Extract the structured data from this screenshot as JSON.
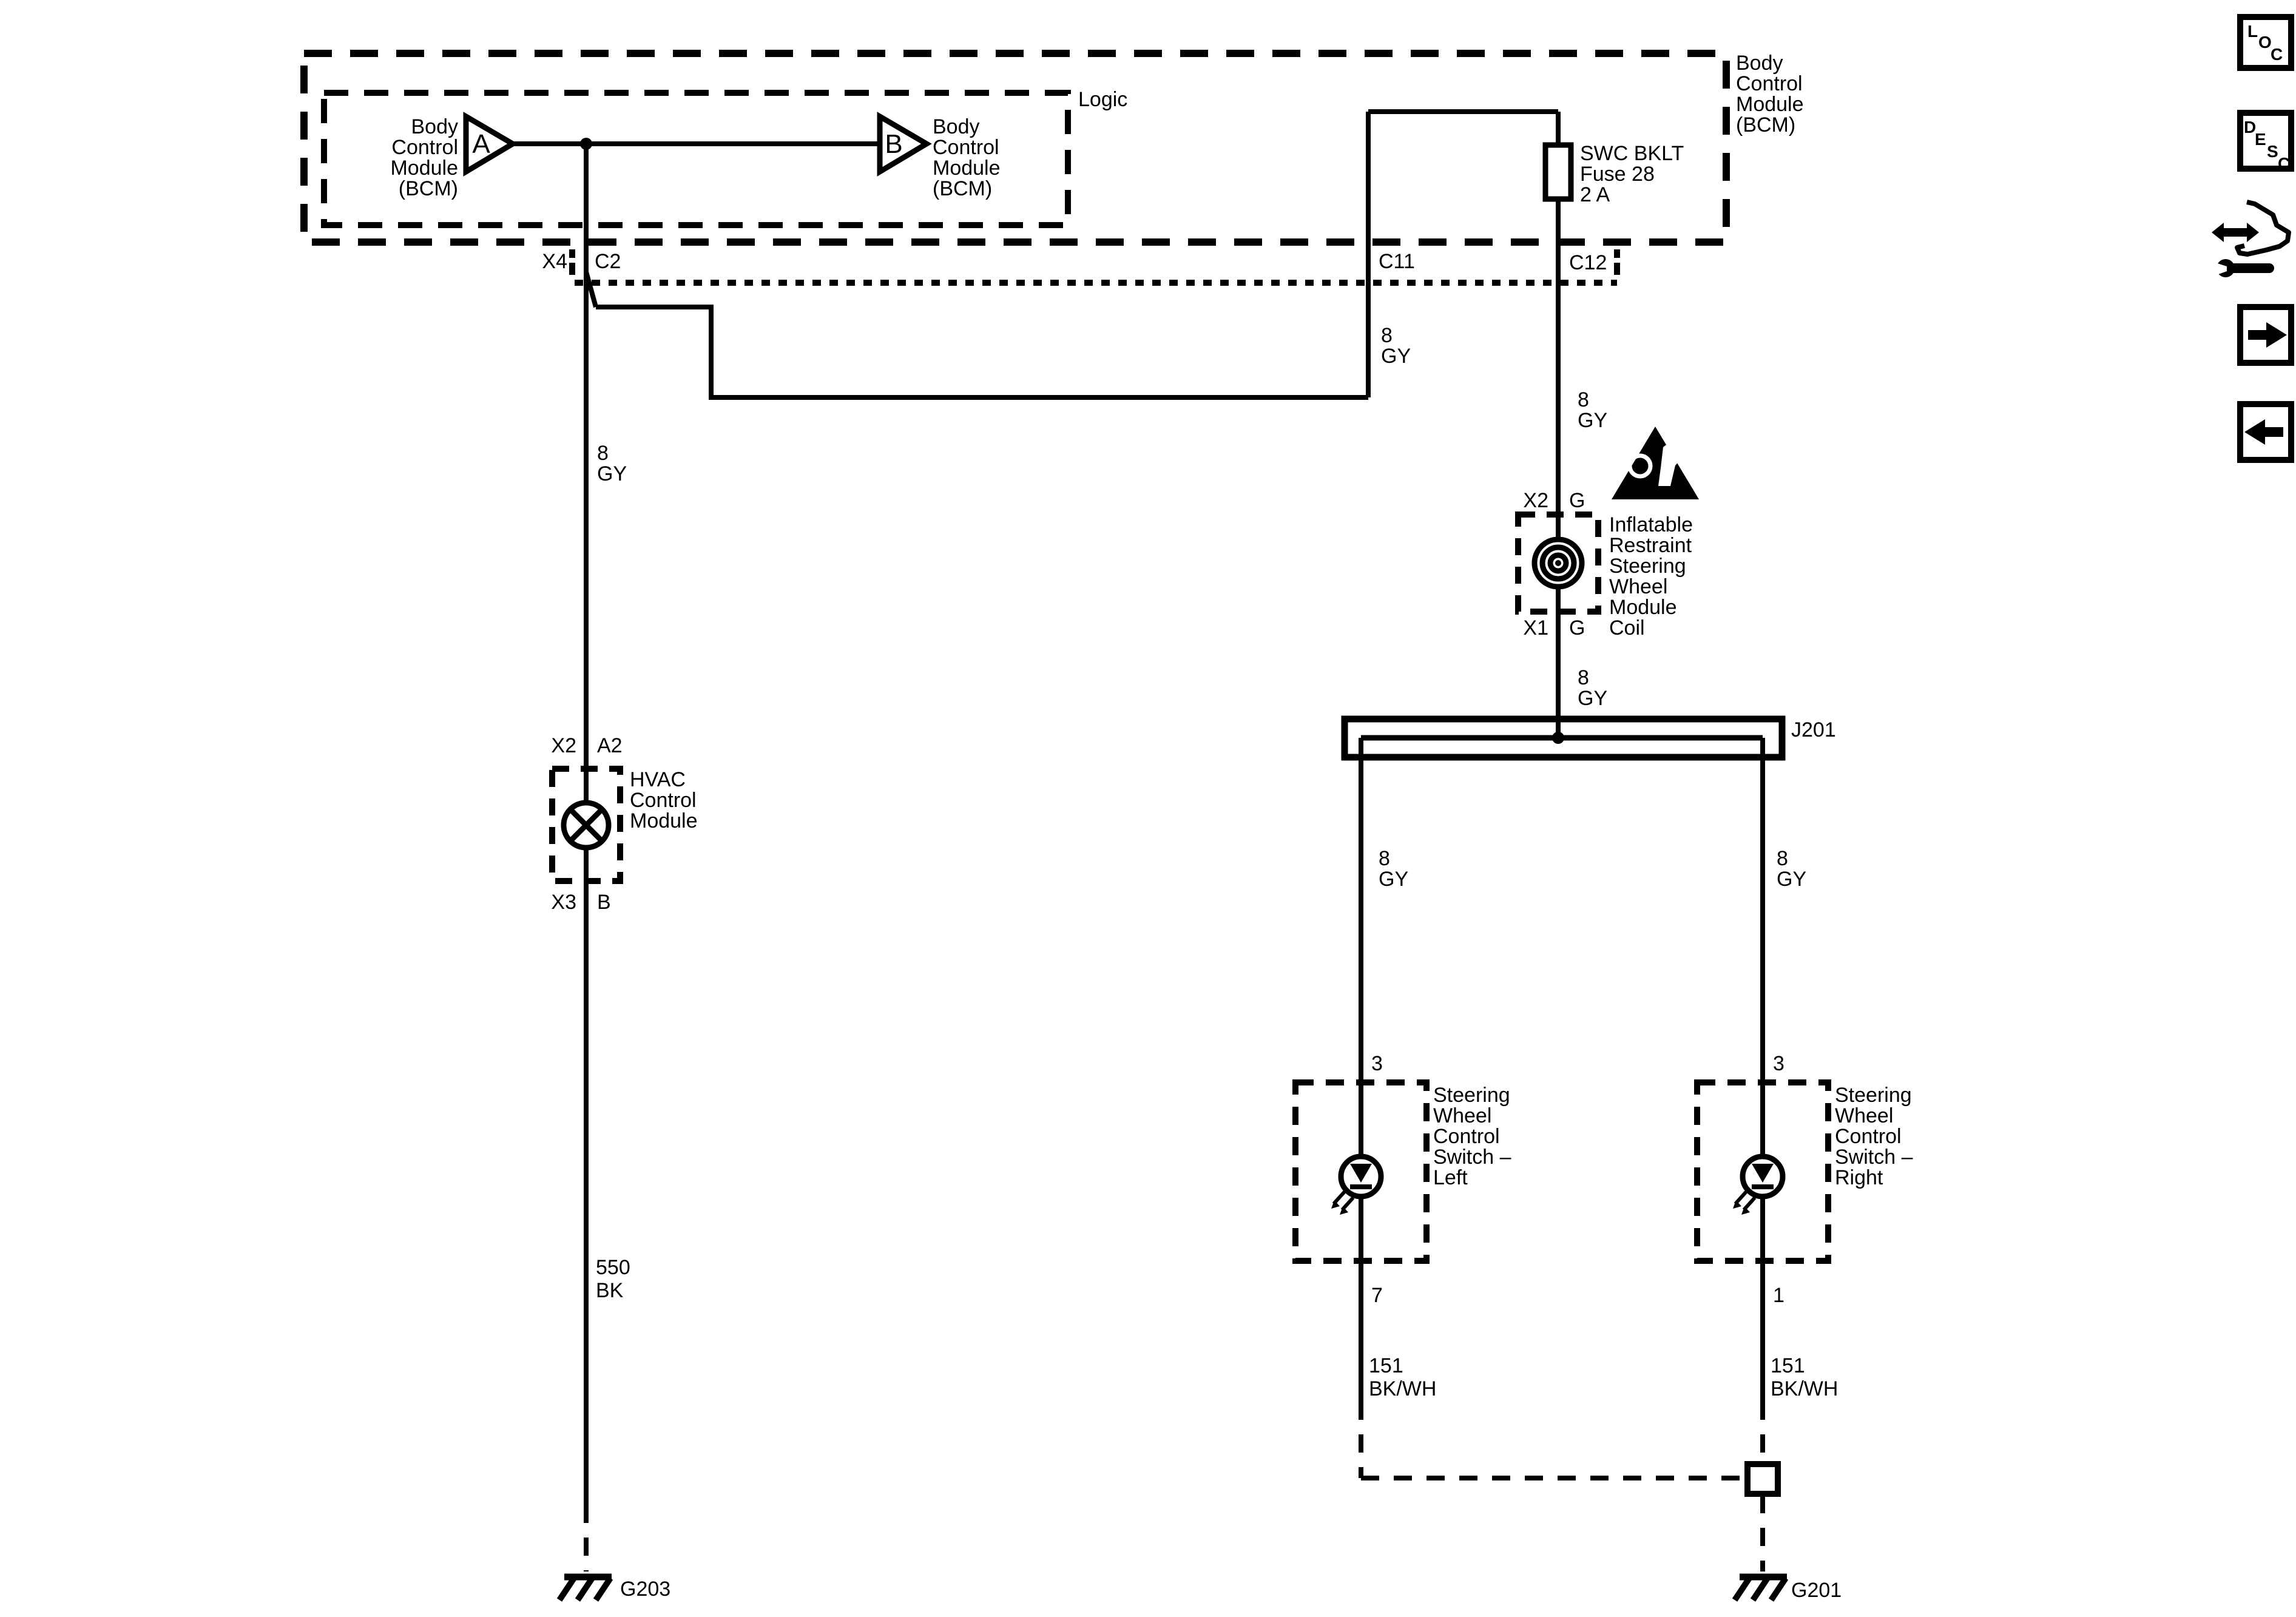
{
  "colors": {
    "ink": "#000000",
    "paper": "#ffffff"
  },
  "modules": {
    "bcm": {
      "name": "Body\nControl\nModule\n(BCM)",
      "logic": "Logic",
      "driver_a": "A",
      "driver_b": "B"
    },
    "fuse": {
      "label": "SWC BKLT\nFuse 28\n2 A"
    },
    "coil": {
      "label": "Inflatable\nRestraint\nSteering\nWheel\nModule\nCoil",
      "pin_top_left": "X2",
      "pin_top_right": "G",
      "pin_bottom_left": "X1",
      "pin_bottom_right": "G"
    },
    "hvac": {
      "label": "HVAC\nControl\nModule",
      "pin_top_left": "X2",
      "pin_top_right": "A2",
      "pin_bottom_left": "X3",
      "pin_bottom_right": "B"
    },
    "switch_left": {
      "label": "Steering\nWheel\nControl\nSwitch –\nLeft",
      "pin_top": "3",
      "pin_bottom": "7"
    },
    "switch_right": {
      "label": "Steering\nWheel\nControl\nSwitch –\nRight",
      "pin_top": "3",
      "pin_bottom": "1"
    },
    "splice": {
      "label": "J201"
    }
  },
  "connectors": {
    "x4": "X4",
    "c2": "C2",
    "c11": "C11",
    "c12": "C12"
  },
  "wires": {
    "bcm_out": "8\nGY",
    "c11_riser": "8\nGY",
    "fuse_out": "8\nGY",
    "coil_out": "8\nGY",
    "j201_left": "8\nGY",
    "j201_right": "8\nGY",
    "hvac_ground": "550\nBK",
    "switch_left_ground": "151\nBK/WH",
    "switch_right_ground": "151\nBK/WH"
  },
  "grounds": {
    "g203": "G203",
    "g201": "G201"
  },
  "sidebar": {
    "loc_letters": [
      "L",
      "O",
      "C"
    ],
    "desc_letters": [
      "D",
      "E",
      "S",
      "C"
    ],
    "icons": [
      {
        "name": "loc-button"
      },
      {
        "name": "desc-button"
      },
      {
        "name": "repair-instructions-icon"
      },
      {
        "name": "forward-arrow-icon"
      },
      {
        "name": "back-arrow-icon"
      }
    ]
  }
}
